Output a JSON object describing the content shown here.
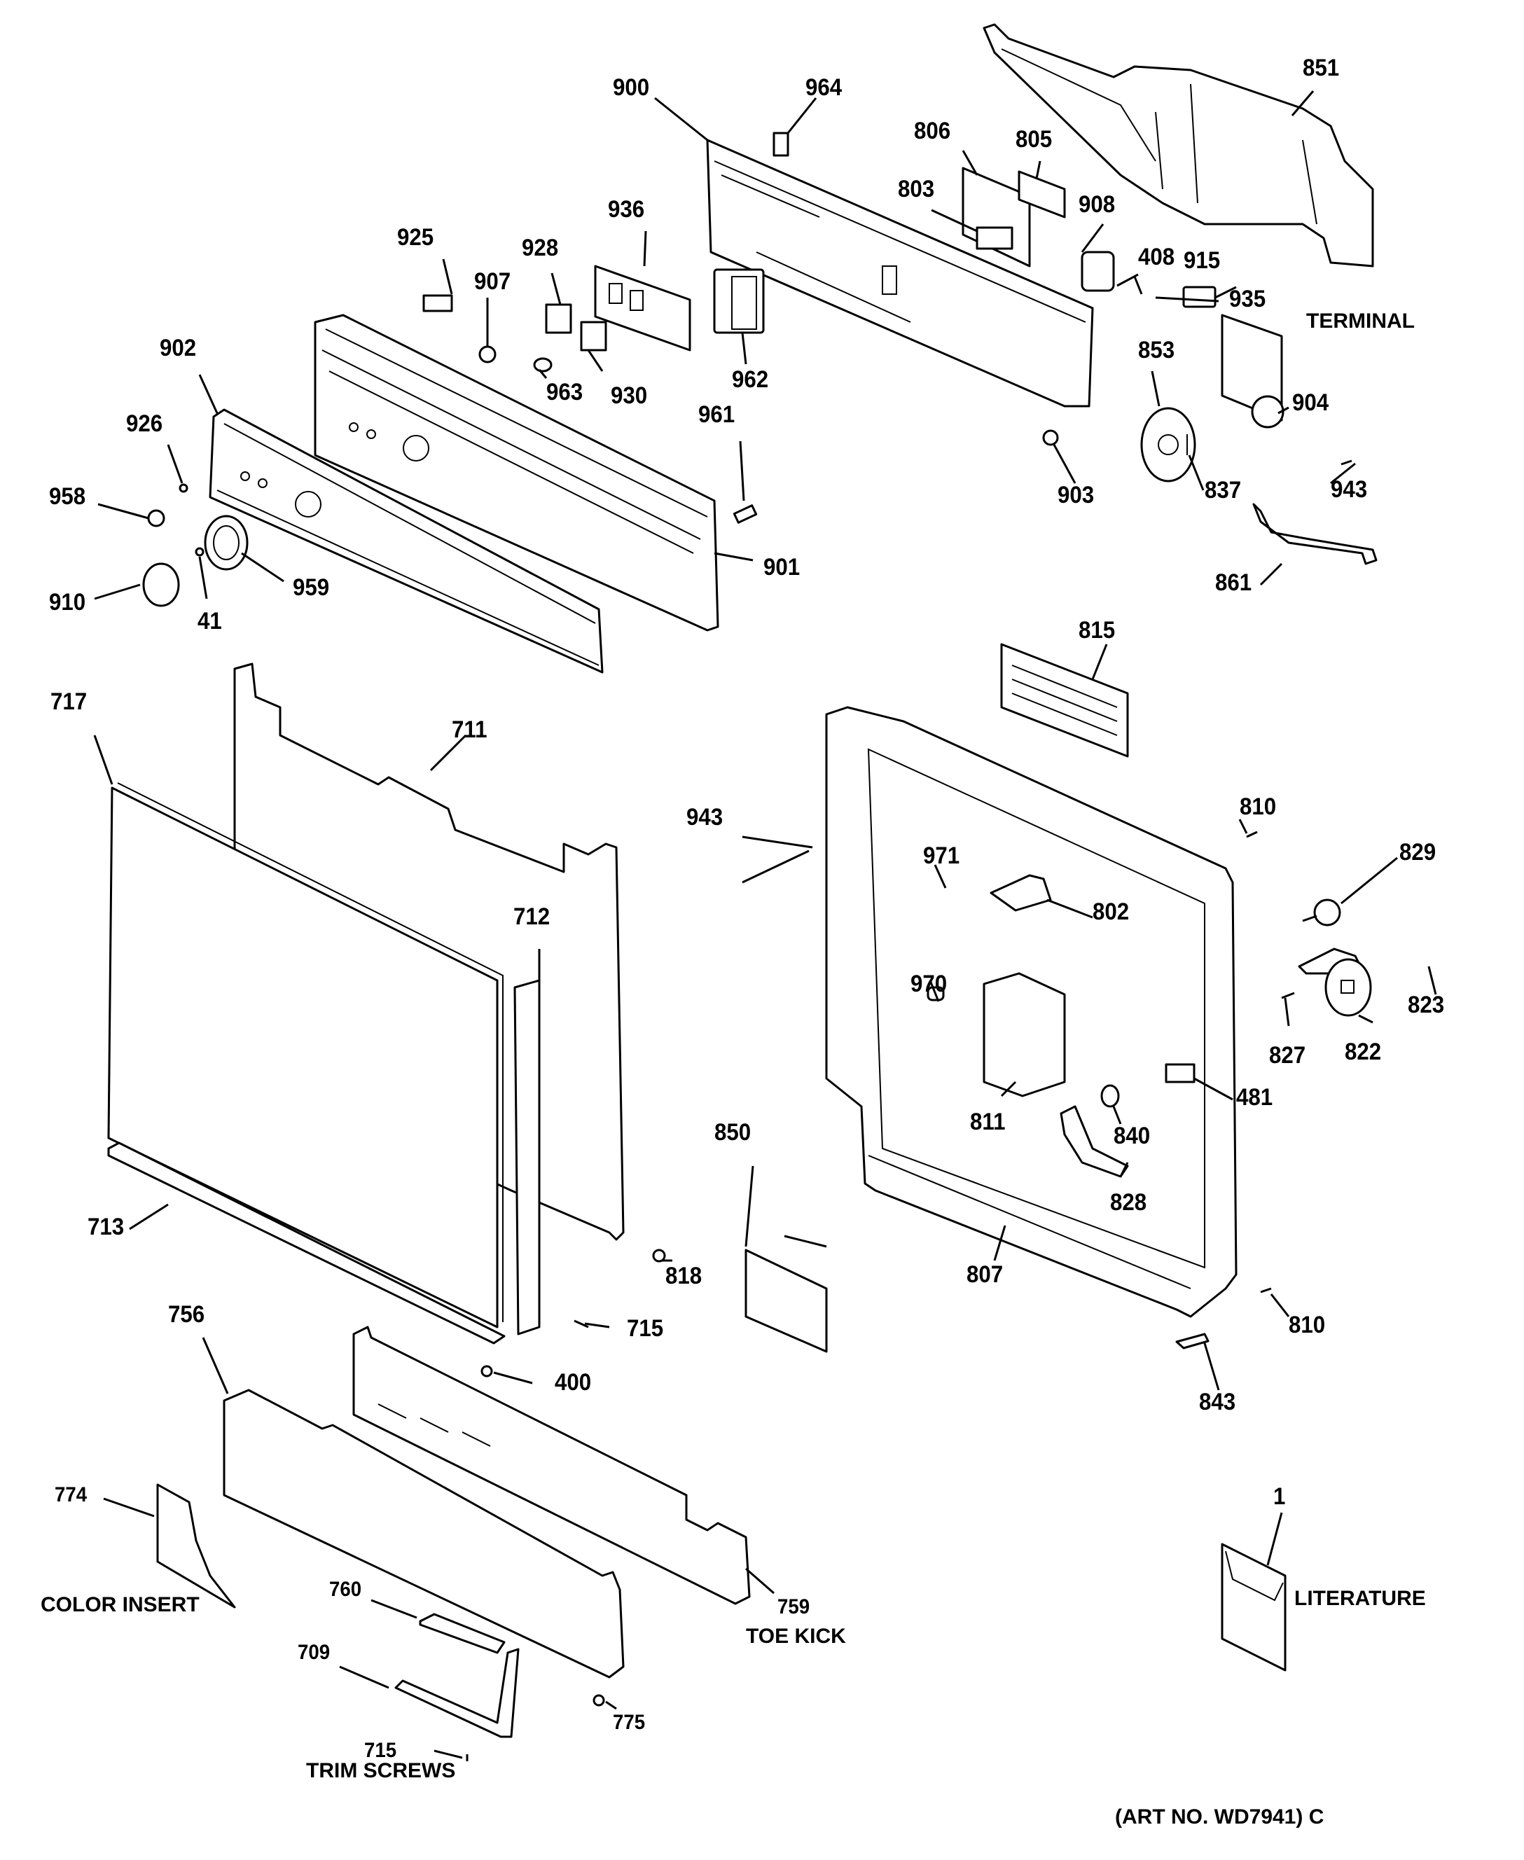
{
  "diagram": {
    "title": "Dishwasher Escutcheon & Door Assembly Exploded View",
    "art_number": "(ART NO. WD7941) C",
    "captions": {
      "terminal": "TERMINAL",
      "color_insert": "COLOR INSERT",
      "toe_kick": "TOE KICK",
      "trim_screws": "TRIM SCREWS",
      "literature": "LITERATURE"
    },
    "labels": {
      "p900": "900",
      "p964": "964",
      "p806": "806",
      "p805": "805",
      "p851": "851",
      "p803": "803",
      "p908": "908",
      "p936": "936",
      "p925": "925",
      "p928": "928",
      "p907": "907",
      "p408": "408",
      "p915": "915",
      "p935": "935",
      "p902": "902",
      "p963": "963",
      "p930": "930",
      "p962": "962",
      "p853": "853",
      "p904": "904",
      "p926": "926",
      "p961": "961",
      "p958": "958",
      "p903": "903",
      "p837": "837",
      "p943a": "943",
      "p910": "910",
      "p41": "41",
      "p959": "959",
      "p901": "901",
      "p861": "861",
      "p815": "815",
      "p717": "717",
      "p711": "711",
      "p943b": "943",
      "p810a": "810",
      "p829": "829",
      "p971": "971",
      "p802": "802",
      "p712": "712",
      "p970": "970",
      "p823": "823",
      "p827": "827",
      "p822": "822",
      "p481": "481",
      "p811": "811",
      "p850": "850",
      "p840": "840",
      "p828": "828",
      "p713": "713",
      "p818": "818",
      "p807": "807",
      "p756": "756",
      "p715a": "715",
      "p810b": "810",
      "p400": "400",
      "p843": "843",
      "p1": "1",
      "p774": "774",
      "p759": "759",
      "p760": "760",
      "p709": "709",
      "p775": "775",
      "p715b": "715"
    }
  }
}
